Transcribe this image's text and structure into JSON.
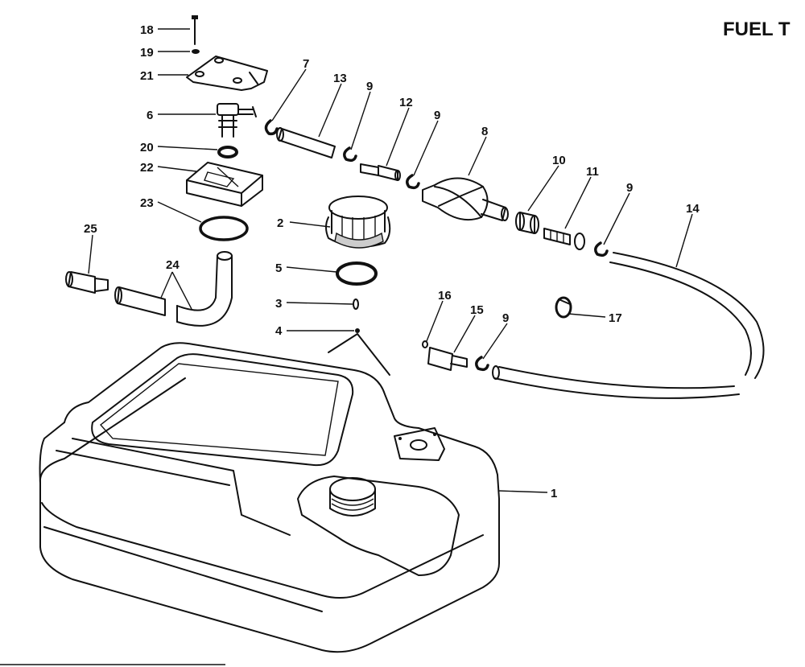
{
  "title": "FUEL T",
  "labels": [
    "1",
    "2",
    "3",
    "4",
    "5",
    "6",
    "7",
    "8",
    "9",
    "10",
    "11",
    "12",
    "13",
    "14",
    "15",
    "16",
    "17",
    "18",
    "19",
    "20",
    "21",
    "22",
    "23",
    "24",
    "25"
  ],
  "callouts": {
    "c18": "18",
    "c19": "19",
    "c21": "21",
    "c6": "6",
    "c20": "20",
    "c22": "22",
    "c23": "23",
    "c25": "25",
    "c24": "24",
    "c7": "7",
    "c13": "13",
    "c9a": "9",
    "c12": "12",
    "c9b": "9",
    "c8": "8",
    "c10": "10",
    "c11": "11",
    "c9c": "9",
    "c14": "14",
    "c2": "2",
    "c5": "5",
    "c3": "3",
    "c4": "4",
    "c16": "16",
    "c15": "15",
    "c9d": "9",
    "c17": "17",
    "c1": "1"
  }
}
